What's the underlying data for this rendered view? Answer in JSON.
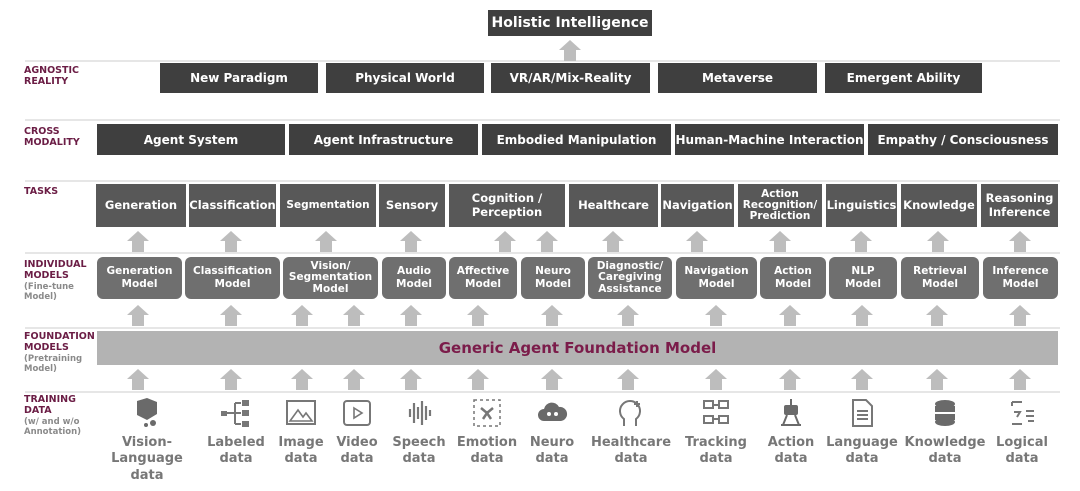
{
  "top": "Holistic Intelligence",
  "layers": {
    "agnostic_reality": {
      "label": "AGNOSTIC\nREALITY",
      "items": [
        "New Paradigm",
        "Physical World",
        "VR/AR/Mix-Reality",
        "Metaverse",
        "Emergent Ability"
      ]
    },
    "cross_modality": {
      "label": "CROSS\nMODALITY",
      "items": [
        "Agent System",
        "Agent Infrastructure",
        "Embodied Manipulation",
        "Human-Machine Interaction",
        "Empathy / Consciousness"
      ]
    },
    "tasks": {
      "label": "TASKS",
      "items": [
        "Generation",
        "Classification",
        "Segmentation",
        "Sensory",
        "Cognition /\nPerception",
        "Healthcare",
        "Navigation",
        "Action\nRecognition/\nPrediction",
        "Linguistics",
        "Knowledge",
        "Reasoning\nInference"
      ]
    },
    "individual_models": {
      "label": "INDIVIDUAL\nMODELS",
      "sub": "(Fine-tune\nModel)",
      "items": [
        "Generation\nModel",
        "Classification\nModel",
        "Vision/\nSegmentation\nModel",
        "Audio\nModel",
        "Affective\nModel",
        "Neuro\nModel",
        "Diagnostic/\nCaregiving\nAssistance",
        "Navigation\nModel",
        "Action\nModel",
        "NLP\nModel",
        "Retrieval\nModel",
        "Inference\nModel"
      ]
    },
    "foundation": {
      "label": "FOUNDATION\nMODELS",
      "sub": "(Pretraining\nModel)",
      "title": "Generic Agent Foundation Model",
      "title_color": "#7b1c4a"
    },
    "training_data": {
      "label": "TRAINING\nDATA",
      "sub": "(w/ and w/o\nAnnotation)",
      "items": [
        {
          "label": "Vision-Language\ndata",
          "icon": "cube-icon"
        },
        {
          "label": "Labeled\ndata",
          "icon": "hierarchy-icon"
        },
        {
          "label": "Image\ndata",
          "icon": "image-icon"
        },
        {
          "label": "Video\ndata",
          "icon": "video-icon"
        },
        {
          "label": "Speech\ndata",
          "icon": "waveform-icon"
        },
        {
          "label": "Emotion\ndata",
          "icon": "emotion-icon"
        },
        {
          "label": "Neuro\ndata",
          "icon": "brain-cloud-icon"
        },
        {
          "label": "Healthcare\ndata",
          "icon": "health-head-icon"
        },
        {
          "label": "Tracking\ndata",
          "icon": "tracking-icon"
        },
        {
          "label": "Action\ndata",
          "icon": "robot-icon"
        },
        {
          "label": "Language\ndata",
          "icon": "document-icon"
        },
        {
          "label": "Knowledge\ndata",
          "icon": "database-icon"
        },
        {
          "label": "Logical\ndata",
          "icon": "logic-icon"
        }
      ]
    }
  },
  "colors": {
    "label": "#6b1d45",
    "dark_box": "#3f3f3f",
    "task_box": "#585858",
    "model_box": "#6f6f6f",
    "foundation": "#b3b3b3",
    "arrow": "#bdbdbd"
  }
}
